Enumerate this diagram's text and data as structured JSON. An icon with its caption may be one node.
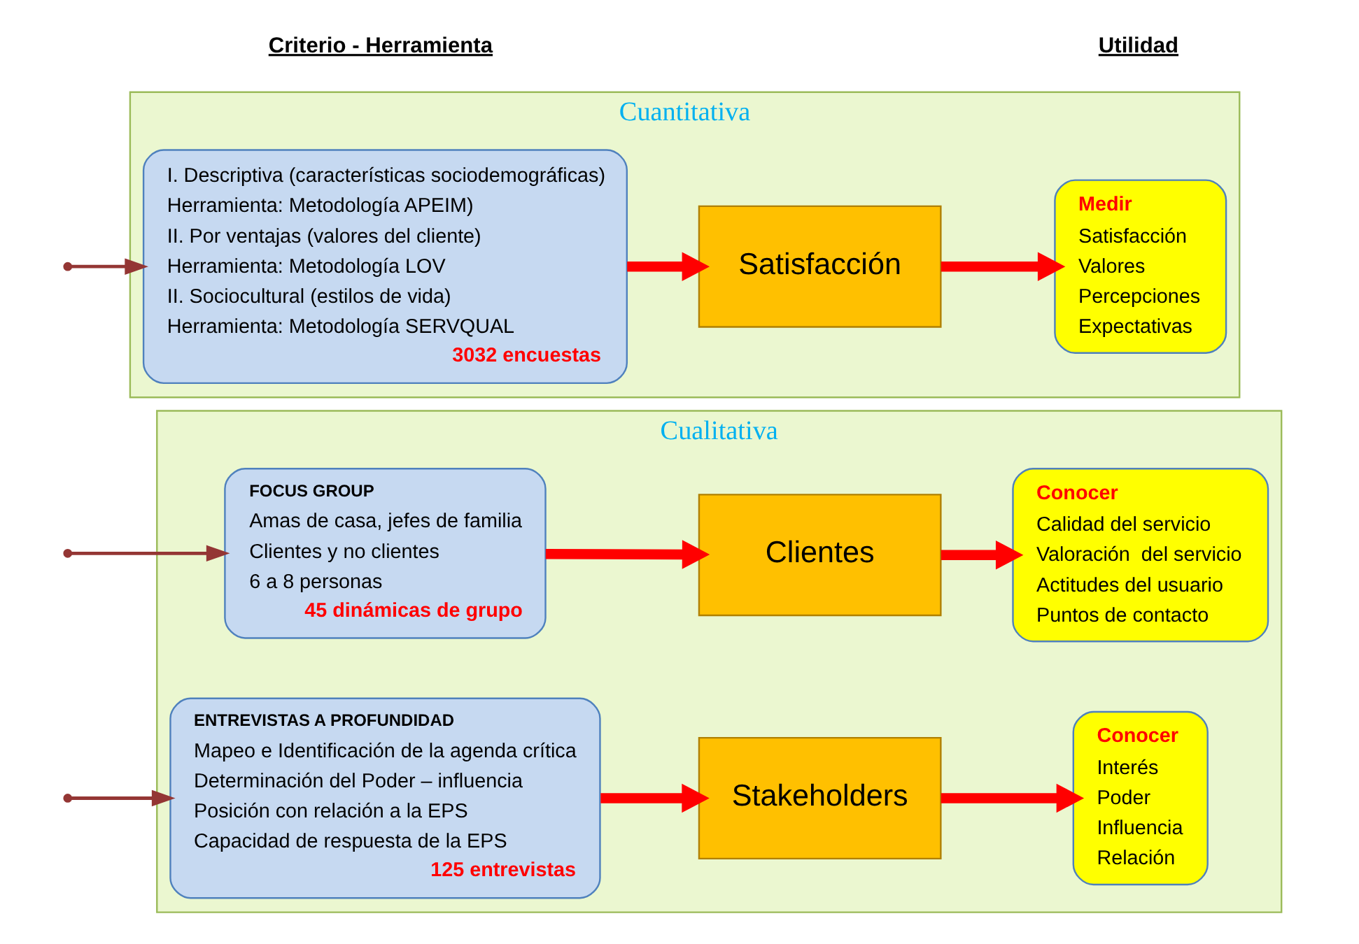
{
  "diagram": {
    "nodes": [
      {
        "text": [
          "Cualitativa"
        ]
      },
      {
        "text": [
          "FOCUS GROUP",
          "Amas de casa, jefes de familia",
          "Clientes y no clientes",
          "6 a 8 personas",
          "45 dinámicas de grupo"
        ],
        "in": 0
      },
      {
        "text": [
          "Clientes"
        ],
        "in": 0
      },
      {
        "text": [
          "Conocer",
          "Calidad del servicio",
          "Valoración  del servicio",
          "Actitudes del usuario",
          "Puntos de contacto"
        ],
        "in": 0
      },
      {
        "text": [
          "ENTREVISTAS A PROFUNDIDAD",
          "Mapeo e Identificación de la agenda crítica",
          "Determinación del Poder – influencia",
          "Posición con relación a la EPS",
          "Capacidad de respuesta de la EPS",
          "125 entrevistas"
        ],
        "in": 0
      },
      {
        "text": [
          "Stakeholders"
        ],
        "in": 0
      },
      {
        "text": [
          "Conocer",
          "Interés",
          "Poder",
          "Influencia",
          "Relación"
        ],
        "in": 0
      },
      {
        "text": [
          "Cuantitativa"
        ]
      },
      {
        "text": [
          "I. Descriptiva (características sociodemográficas)",
          "Herramienta: Metodología APEIM)",
          "II. Por ventajas (valores del cliente)",
          "Herramienta: Metodología LOV",
          "II. Sociocultural (estilos de vida)",
          "Herramienta: Metodología SERVQUAL",
          "3032 encuestas"
        ],
        "in": 7
      },
      {
        "text": [
          "Satisfacción"
        ],
        "in": 7
      },
      {
        "text": [
          "Medir",
          "Satisfacción",
          "Valores",
          "Percepciones",
          "Expectativas"
        ],
        "in": 7
      }
    ],
    "edges": [
      {
        "from": 1,
        "to": 2,
        "arrow": "to"
      },
      {
        "from": 2,
        "to": 3,
        "arrow": "to"
      },
      {
        "from": null,
        "to": 1,
        "arrow": "to",
        "color": "#943634"
      },
      {
        "from": null,
        "to": 4,
        "arrow": "to",
        "color": "#943634"
      },
      {
        "from": 4,
        "to": 5,
        "arrow": "to"
      },
      {
        "from": 5,
        "to": 6,
        "arrow": "to"
      },
      {
        "from": null,
        "to": 8,
        "arrow": "to",
        "color": "#943634"
      },
      {
        "from": 8,
        "to": 9,
        "arrow": "to"
      },
      {
        "from": 9,
        "to": 10,
        "arrow": "to"
      }
    ],
    "labels": [
      "Criterio - Herramienta",
      "Utilidad"
    ]
  }
}
